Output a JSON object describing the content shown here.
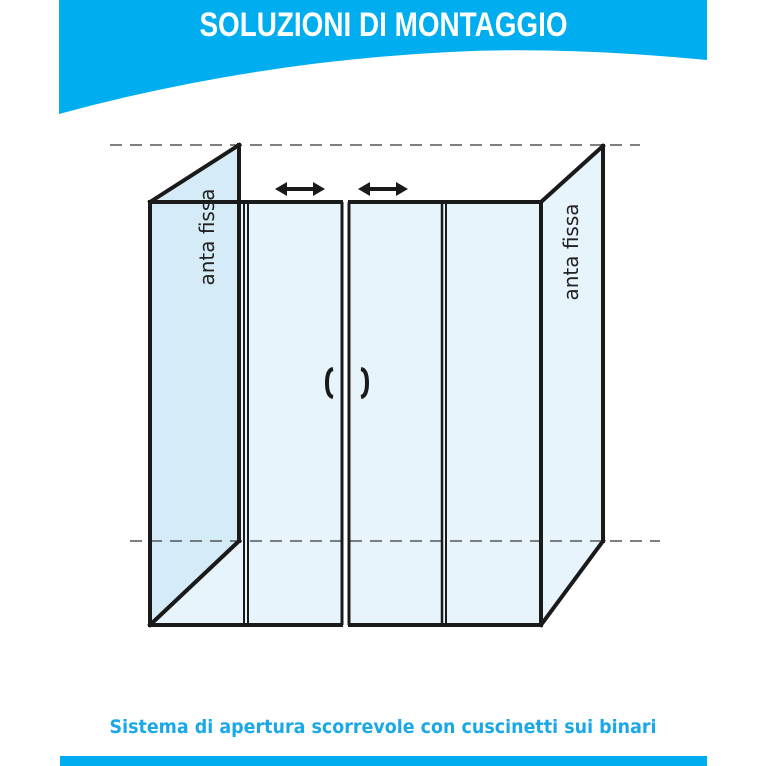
{
  "header": {
    "title": "SOLUZIONI DI MONTAGGIO",
    "banner_color": "#00aeef"
  },
  "diagram": {
    "left_panel_label": "anta fissa",
    "right_panel_label": "anta fissa",
    "sliding_arrows": [
      "double-arrow-left-right",
      "double-arrow-left-right"
    ],
    "handles": [
      "door-handle-left",
      "door-handle-right"
    ],
    "colors": {
      "frame": "#1a1a1a",
      "glass": "#e8f4fc",
      "glass_side": "#d6ebf8",
      "dashed_guide": "#555555"
    }
  },
  "footer": {
    "caption": "Sistema di apertura scorrevole con cuscinetti sui binari",
    "caption_color": "#1aa9e6",
    "bar_color": "#00aeef"
  }
}
